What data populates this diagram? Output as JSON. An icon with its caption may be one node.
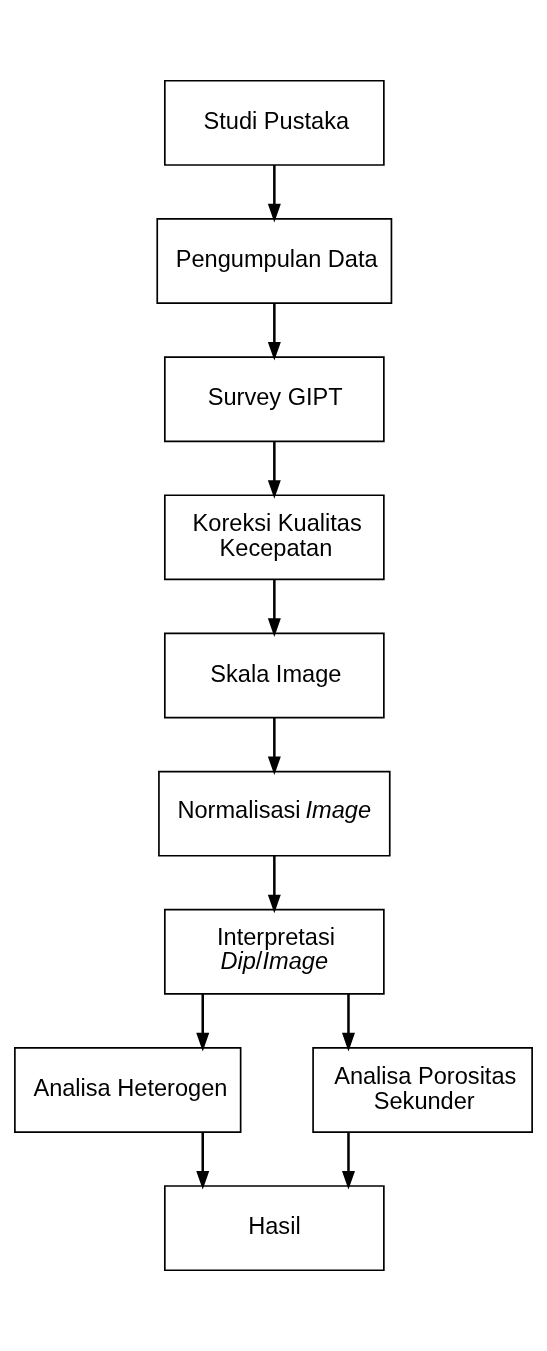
{
  "diagram": {
    "nodes": [
      {
        "text": [
          "Studi Pustaka"
        ]
      },
      {
        "text": [
          "Pengumpulan Data"
        ]
      },
      {
        "text": [
          "Survey GIPT"
        ]
      },
      {
        "text": [
          "Koreksi Kualitas Kecepatan"
        ]
      },
      {
        "text": [
          "Skala Image"
        ]
      },
      {
        "text": [
          "Normalisasi *Image*"
        ]
      },
      {
        "text": [
          "Interpretasi *Dip*/*Image*"
        ]
      },
      {
        "text": [
          "Analisa Heterogen"
        ]
      },
      {
        "text": [
          "Analisa Porositas Sekunder"
        ]
      },
      {
        "text": [
          "Hasil"
        ]
      }
    ],
    "edges": [
      {
        "from": 0,
        "to": 1,
        "arrow": "to"
      },
      {
        "from": 1,
        "to": 2,
        "arrow": "to"
      },
      {
        "from": 2,
        "to": 3,
        "arrow": "to"
      },
      {
        "from": 3,
        "to": 4,
        "arrow": "to"
      },
      {
        "from": 4,
        "to": 5,
        "arrow": "to"
      },
      {
        "from": 5,
        "to": 6,
        "arrow": "to"
      },
      {
        "from": 6,
        "to": 7,
        "arrow": "to"
      },
      {
        "from": 6,
        "to": 8,
        "arrow": "to"
      },
      {
        "from": 7,
        "to": 9,
        "arrow": "to"
      },
      {
        "from": 8,
        "to": 9,
        "arrow": "to"
      }
    ]
  }
}
